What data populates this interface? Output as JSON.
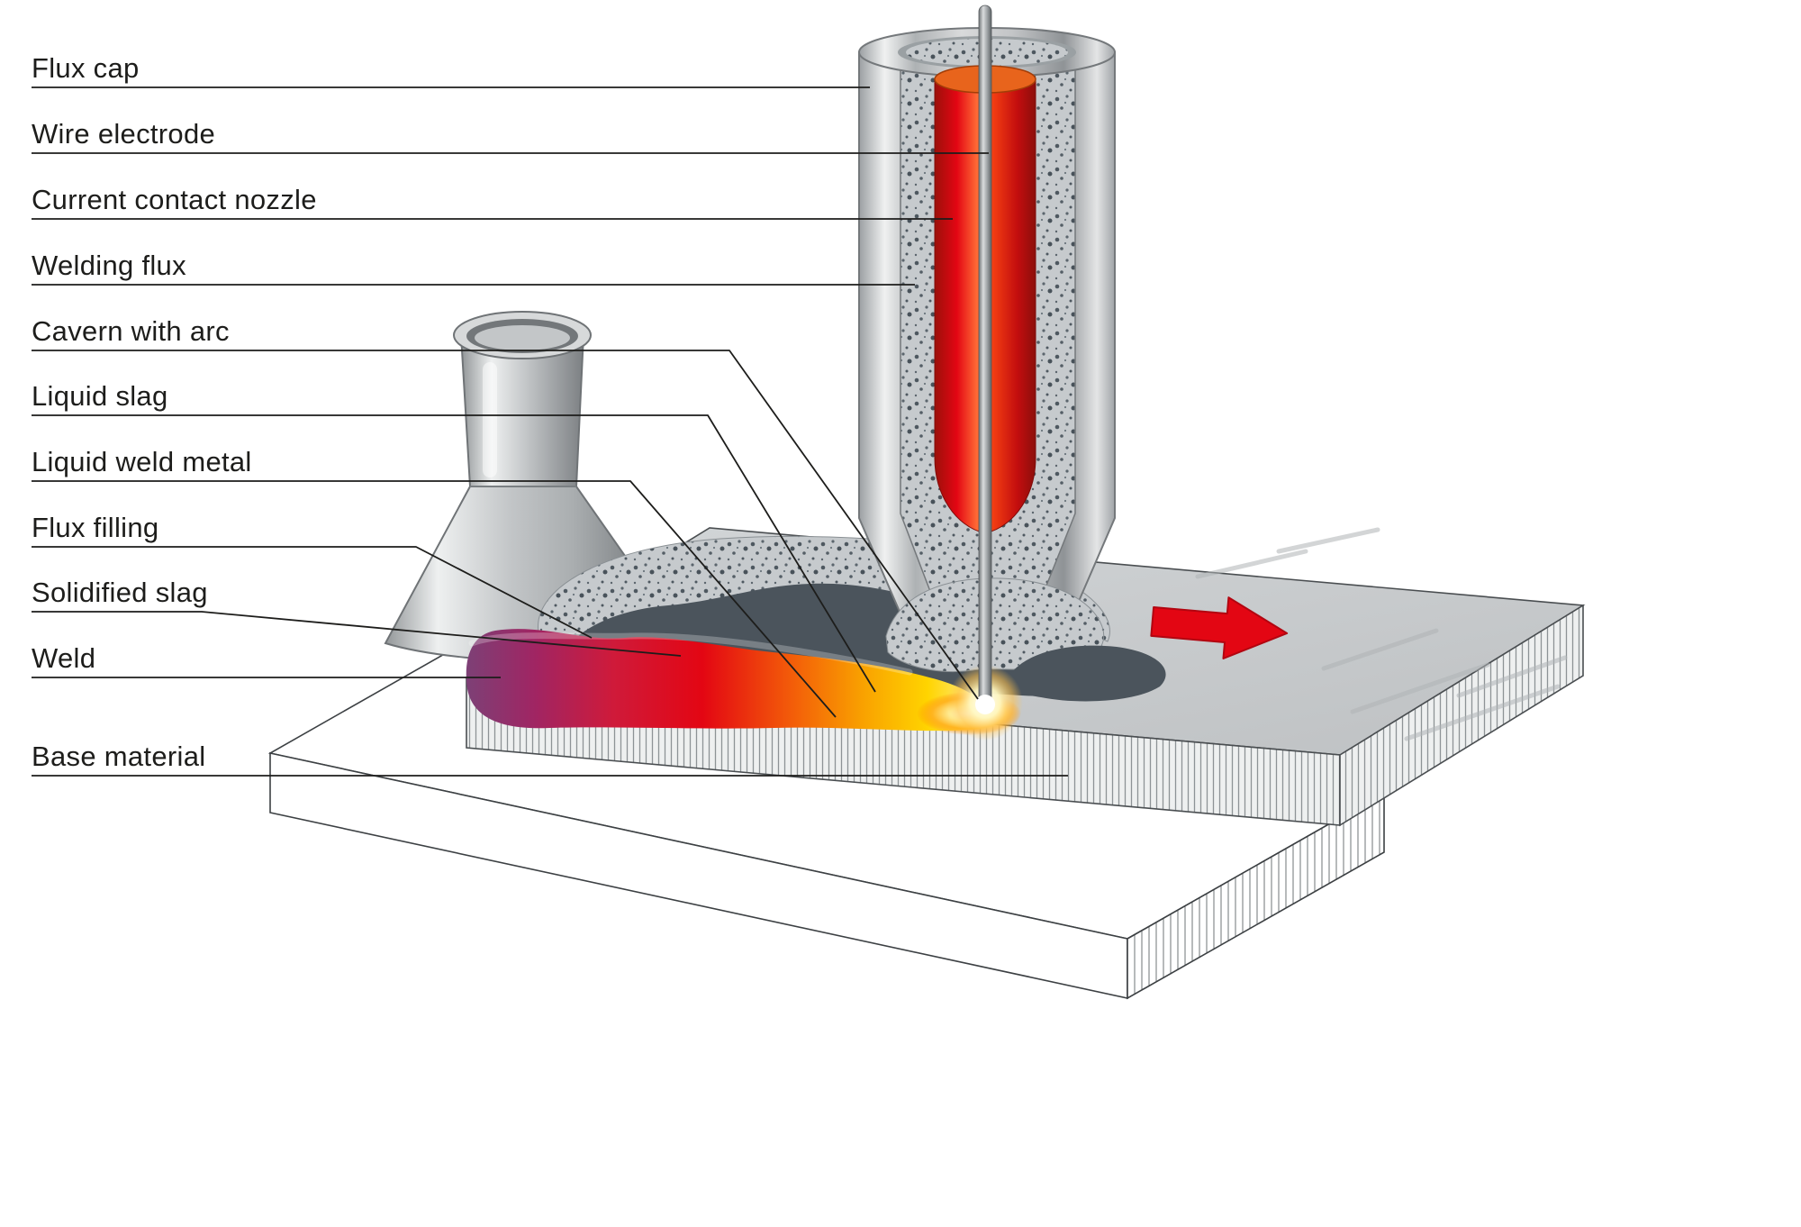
{
  "figure": {
    "name": "Submerged arc welding process cutaway diagram"
  },
  "labels": [
    {
      "id": "flux-cap",
      "text": "Flux cap"
    },
    {
      "id": "wire-electrode",
      "text": "Wire electrode"
    },
    {
      "id": "current-contact-nozzle",
      "text": "Current contact nozzle"
    },
    {
      "id": "welding-flux",
      "text": "Welding flux"
    },
    {
      "id": "cavern-with-arc",
      "text": "Cavern with arc"
    },
    {
      "id": "liquid-slag",
      "text": "Liquid slag"
    },
    {
      "id": "liquid-weld-metal",
      "text": "Liquid weld metal"
    },
    {
      "id": "flux-filling",
      "text": "Flux filling"
    },
    {
      "id": "solidified-slag",
      "text": "Solidified slag"
    },
    {
      "id": "weld",
      "text": "Weld"
    },
    {
      "id": "base-material",
      "text": "Base material"
    }
  ],
  "travel_arrow": {
    "direction": "right",
    "color": "#e30613"
  },
  "colors": {
    "label_text": "#1d1d1b",
    "leader_line": "#1d1d1b",
    "hot_red": "#e30613",
    "nozzle_orange": "#e8641c",
    "slag_dark": "#4b545c",
    "weld_purple": "#7d4076",
    "weld_yellow": "#ffd400",
    "flux_grain": "#4e5860",
    "metal_light": "#eceded",
    "metal_dark": "#8f9396",
    "background": "#ffffff"
  }
}
